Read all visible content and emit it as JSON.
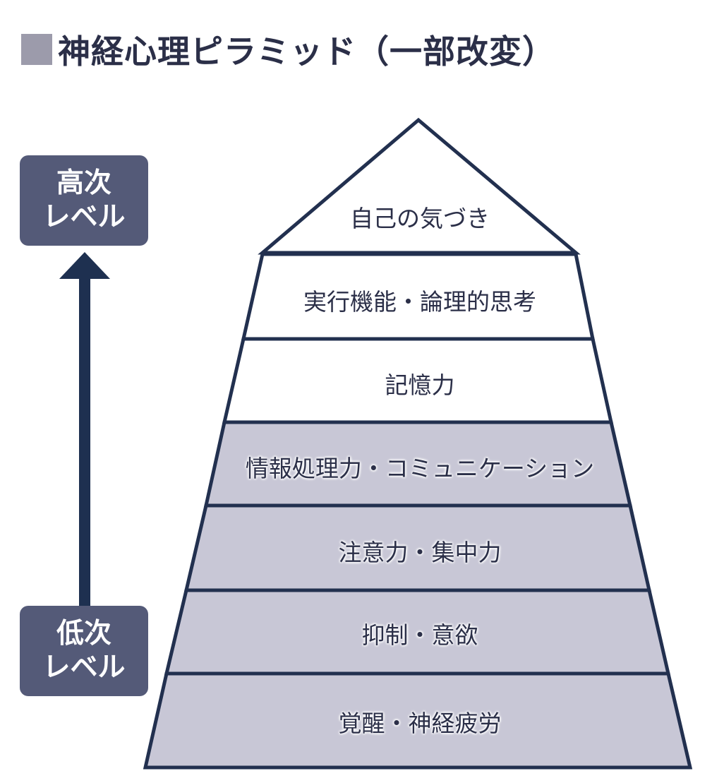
{
  "title": "神経心理ピラミッド（一部改変）",
  "badges": {
    "high": {
      "line1": "高次",
      "line2": "レベル"
    },
    "low": {
      "line1": "低次",
      "line2": "レベル"
    }
  },
  "layers": [
    {
      "label": "自己の気づき",
      "shaded": false
    },
    {
      "label": "実行機能・論理的思考",
      "shaded": false
    },
    {
      "label": "記憶力",
      "shaded": false
    },
    {
      "label": "情報処理力・コミュニケーション",
      "shaded": true
    },
    {
      "label": "注意力・集中力",
      "shaded": true
    },
    {
      "label": "抑制・意欲",
      "shaded": true
    },
    {
      "label": "覚醒・神経疲労",
      "shaded": true
    }
  ],
  "colors": {
    "outline": "#22304f",
    "shaded_fill": "#c8c7d6",
    "light_fill": "#ffffff",
    "badge": "#545a78",
    "arrow": "#1e3050",
    "title_square": "#9c9bab"
  }
}
